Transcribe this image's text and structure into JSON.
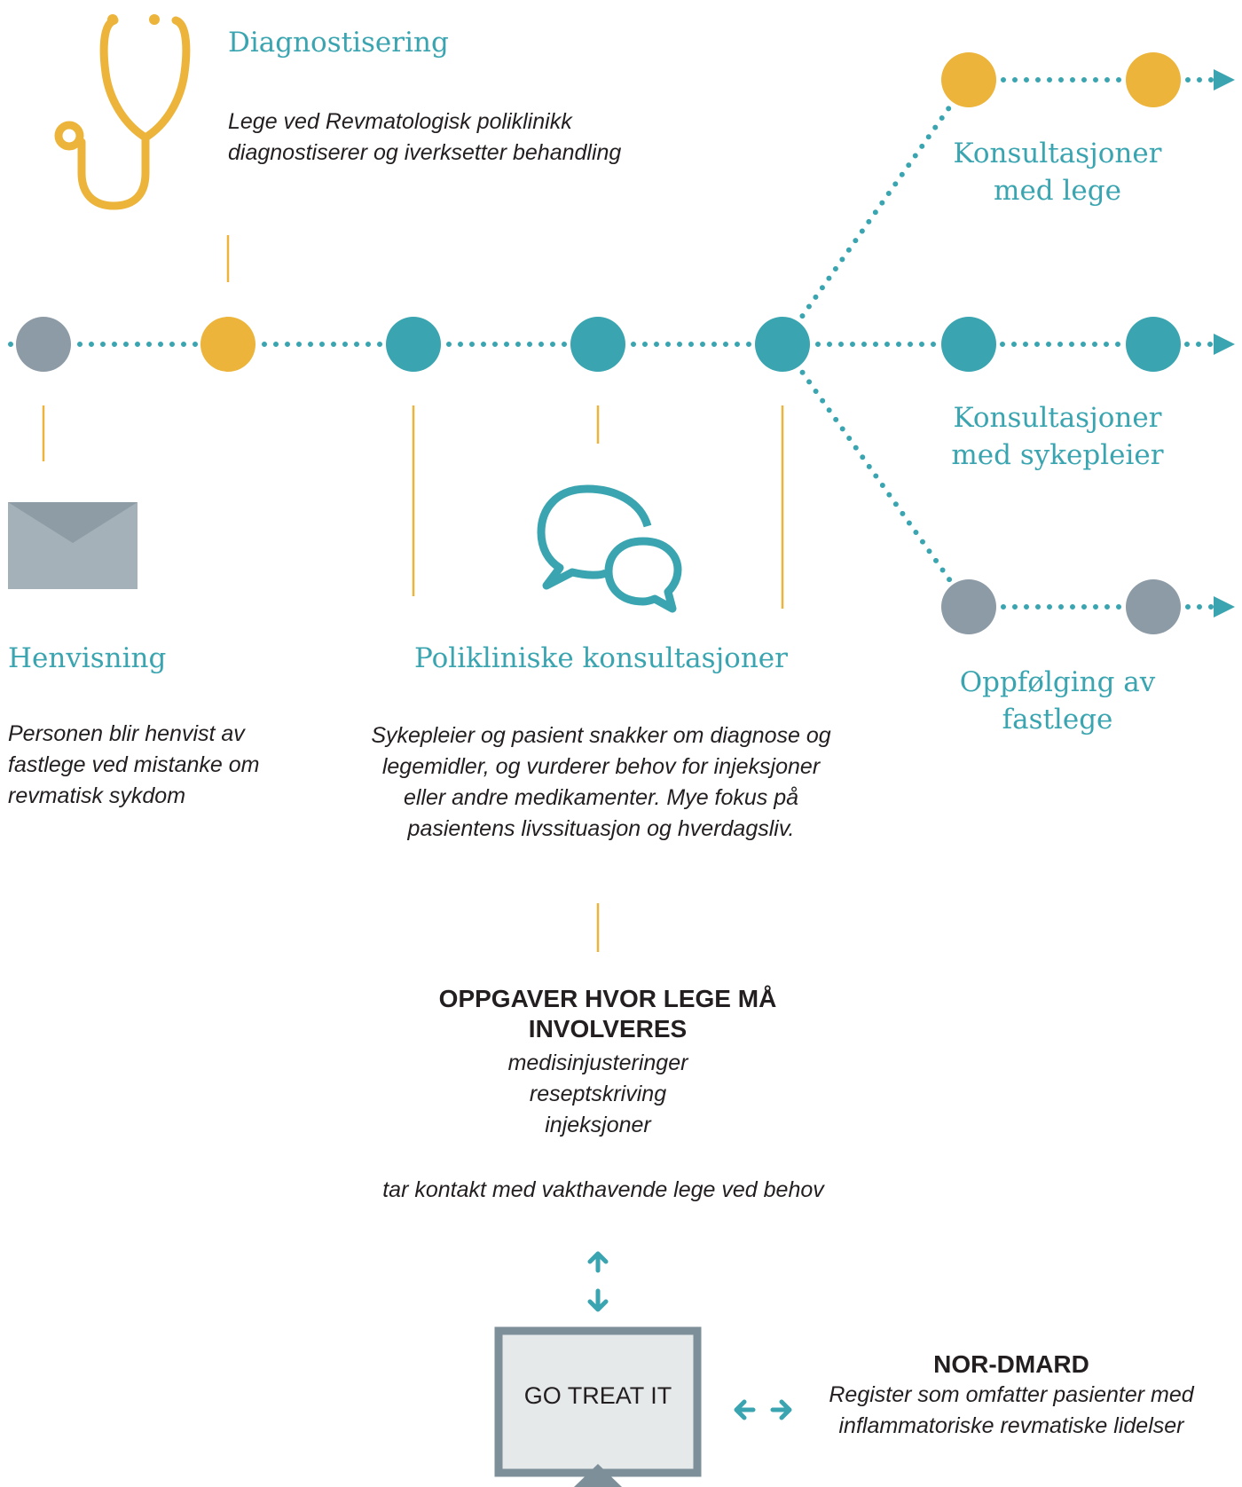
{
  "colors": {
    "teal": "#3aa5b0",
    "yellow": "#ecb43a",
    "gray": "#8c9ba6",
    "text": "#231f20",
    "envelope": "#a5b1b8",
    "monitor_frame": "#7d909a",
    "monitor_screen": "#e5e9ea"
  },
  "diagnosis": {
    "icon": "stethoscope-icon",
    "title": "Diagnostisering",
    "description": "Lege ved Revmatologisk poliklinikk diagnostiserer og iverksetter behandling"
  },
  "referral": {
    "icon": "envelope-icon",
    "title": "Henvisning",
    "description": "Personen blir henvist av fastlege ved mistanke om revmatisk sykdom"
  },
  "outpatient": {
    "icon": "chat-bubbles-icon",
    "title": "Polikliniske konsultasjoner",
    "description": "Sykepleier og pasient snakker om diagnose og legemidler, og vurderer behov for injeksjoner eller andre medikamenter. Mye fokus på pasientens livssituasjon og hverdagsliv."
  },
  "doctor_tasks": {
    "heading": "OPPGAVER HVOR LEGE MÅ INVOLVERES",
    "items": [
      "medisinjusteringer",
      "reseptskriving",
      "injeksjoner"
    ],
    "contact_note": "tar kontakt med vakthavende lege ved behov"
  },
  "branches": {
    "doctor": "Konsultasjoner med lege",
    "nurse": "Konsultasjoner med sykepleier",
    "gp": "Oppfølging av fastlege"
  },
  "system": {
    "icon": "monitor-icon",
    "screen_label": "GO TREAT IT"
  },
  "registry": {
    "title": "NOR-DMARD",
    "description": "Register som omfatter pasienter med inflammatoriske revmatiske lidelser"
  }
}
